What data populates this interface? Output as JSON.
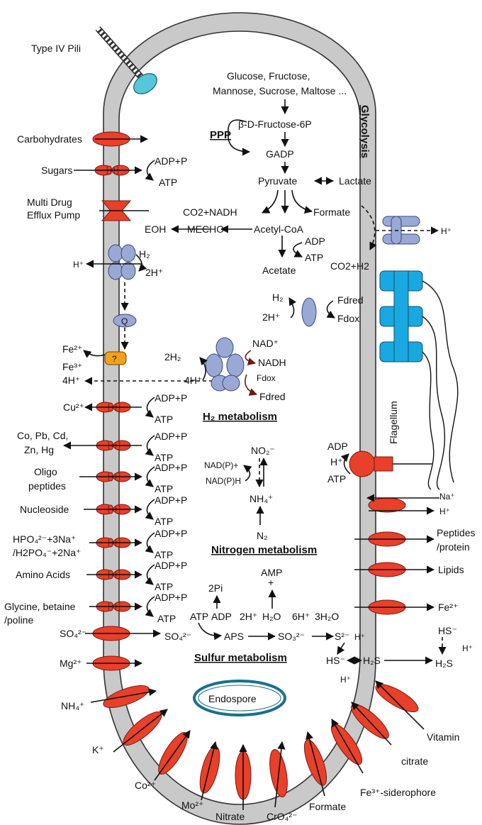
{
  "colors": {
    "membrane": "#c9c9c9",
    "transporter": "#e8402a",
    "lilac": "#9aa8d6",
    "cyan": "#19a9e0",
    "teal": "#55c7d8",
    "orange": "#f3a21a"
  },
  "labels": {
    "type_iv_pili": "Type IV Pili",
    "carbohydrates": "Carbohydrates",
    "sugars": "Sugars",
    "adp_p": "ADP+P",
    "atp": "ATP",
    "multi_drug_1": "Multi Drug",
    "multi_drug_2": "Efflux Pump",
    "h_plus": "H⁺",
    "h2": "H₂",
    "two_h_plus": "2H⁺",
    "q": "Q",
    "fe2": "Fe²⁺",
    "fe3": "Fe³⁺",
    "question": "?",
    "four_h_plus": "4H⁺",
    "cu2": "Cu²⁺",
    "metals_1": "Co, Pb, Cd,",
    "metals_2": "Zn, Hg",
    "oligo_1": "Oligo",
    "oligo_2": "peptides",
    "nucleoside": "Nucleoside",
    "hpo4_1": "HPO₄²⁻+3Na⁺",
    "hpo4_2": "/H2PO₄⁻+2Na⁺",
    "amino_acids": "Amino Acids",
    "glycine_1": "Glycine, betaine",
    "glycine_2": "/poline",
    "so4": "SO₄²⁻",
    "mg2": "Mg²⁺",
    "nh4": "NH₄⁺",
    "k_plus": "K⁺",
    "co2_plus": "Co²⁺",
    "mo2": "Mo²⁺",
    "nitrate": "Nitrate",
    "cro4": "CrO₄²⁻",
    "formate": "Formate",
    "fe3_sid": "Fe³⁺-siderophore",
    "citrate": "citrate",
    "vitamin": "Vitamin",
    "endospore": "Endospore",
    "sugars_in_1": "Glucose, Fructose,",
    "sugars_in_2": "Mannose, Sucrose, Maltose ...",
    "f6p": "β-D-Fructose-6P",
    "ppp": "PPP",
    "glycolysis": "Glycolysis",
    "gadp": "GADP",
    "pyruvate": "Pyruvate",
    "lactate": "Lactate",
    "co2_nadh": "CO2+NADH",
    "eoh": "EOH",
    "mecho": "MECHO",
    "acetyl_coa": "Acetyl-CoA",
    "adp": "ADP",
    "acetate": "Acetate",
    "co2_h2": "CO2+H2",
    "two_h_plus_b": "2H⁺",
    "h2_b": "H₂",
    "fd_red": "Fdred",
    "fd_ox": "Fdox",
    "two_h2": "2H₂",
    "nad_plus": "NAD⁺",
    "nadh": "NADH",
    "h2_metabolism": "H₂ metabolism",
    "flagellum": "Flagellum",
    "h_plus_r": "H⁺",
    "na_plus": "Na⁺",
    "peptides_1": "Peptides",
    "peptides_2": "/protein",
    "lipids": "Lipids",
    "fe2_r": "Fe²⁺",
    "no2": "NO₂⁻",
    "nadp_plus": "NAD(P)+",
    "nadph": "NAD(P)H",
    "nh4_b": "NH₄⁺",
    "n2": "N₂",
    "nitrogen_metabolism": "Nitrogen metabolism",
    "two_pi": "2Pi",
    "amp": "AMP",
    "plus": "+",
    "h2o": "H₂O",
    "six_h": "6H⁺",
    "three_h2o": "3H₂O",
    "aps": "APS",
    "so3": "SO₃²⁻",
    "s2": "S²⁻",
    "hs": "HS⁻",
    "h2s": "H₂S",
    "hs_r": "HS⁻",
    "h2s_r": "H₂S",
    "sulfur_metabolism": "Sulfur metabolism"
  }
}
